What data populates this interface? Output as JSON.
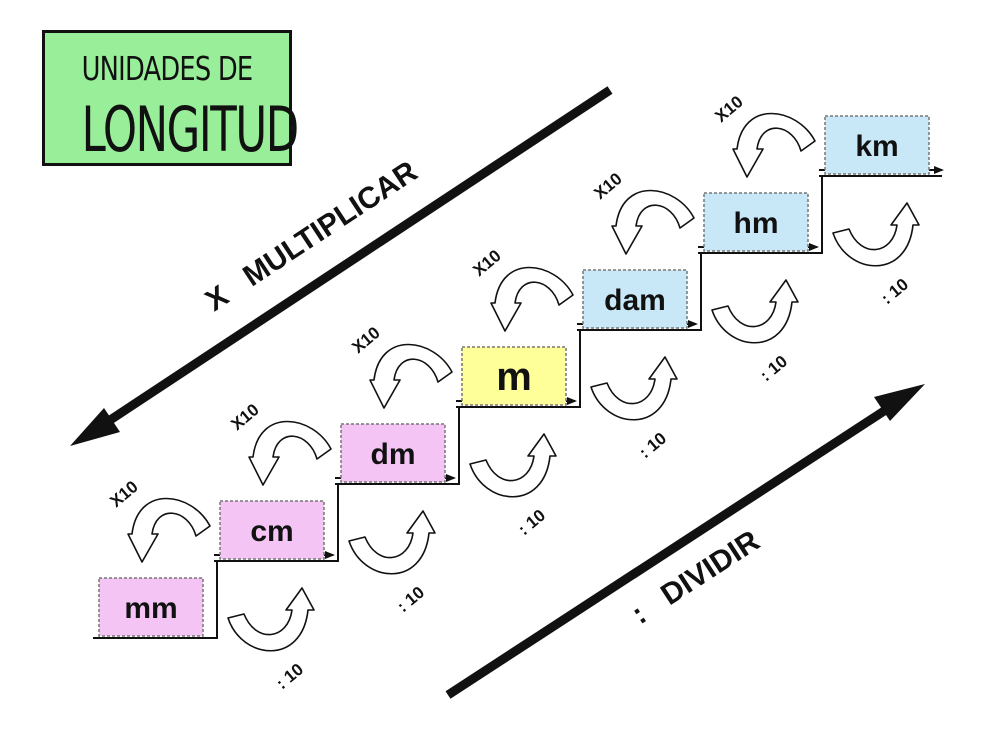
{
  "title": {
    "line1": "UNIDADES DE",
    "line2": "LONGITUD"
  },
  "multiplicar_label": "X   MULTIPLICAR",
  "dividir_label": ":   DIVIDIR",
  "units": [
    {
      "id": "mm",
      "label": "mm",
      "fill": "#f4c4f4"
    },
    {
      "id": "cm",
      "label": "cm",
      "fill": "#f4c4f4"
    },
    {
      "id": "dm",
      "label": "dm",
      "fill": "#f4c4f4"
    },
    {
      "id": "m",
      "label": "m",
      "fill": "#ffff99"
    },
    {
      "id": "dam",
      "label": "dam",
      "fill": "#c8e8f8"
    },
    {
      "id": "hm",
      "label": "hm",
      "fill": "#c8e8f8"
    },
    {
      "id": "km",
      "label": "km",
      "fill": "#c8e8f8"
    }
  ],
  "multiply_step_label": "X10",
  "divide_step_label": ": 10"
}
